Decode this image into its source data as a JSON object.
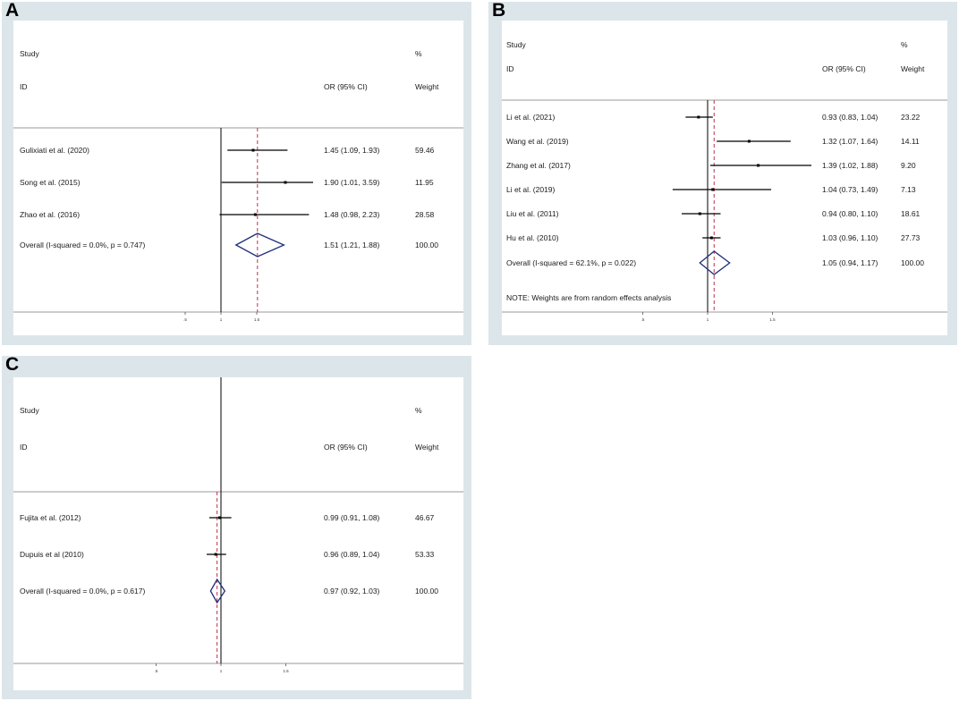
{
  "chart_data": [
    {
      "panel": "A",
      "type": "forest",
      "headers": {
        "study": "Study",
        "id": "ID",
        "or": "OR (95% CI)",
        "pct": "%",
        "weight": "Weight"
      },
      "studies": [
        {
          "name": "Gulixiati et al. (2020)",
          "or": 1.45,
          "lo": 1.09,
          "hi": 1.93,
          "ci": "1.45 (1.09, 1.93)",
          "weight": "59.46"
        },
        {
          "name": "Song et al.  (2015)",
          "or": 1.9,
          "lo": 1.01,
          "hi": 3.59,
          "ci": "1.90 (1.01, 3.59)",
          "weight": "11.95"
        },
        {
          "name": "Zhao et al. (2016)",
          "or": 1.48,
          "lo": 0.98,
          "hi": 2.23,
          "ci": "1.48 (0.98, 2.23)",
          "weight": "28.58"
        }
      ],
      "overall": {
        "name": "Overall  (I-squared = 0.0%, p = 0.747)",
        "or": 1.51,
        "lo": 1.21,
        "hi": 1.88,
        "ci": "1.51 (1.21, 1.88)",
        "weight": "100.00"
      },
      "note": "",
      "ticks": [
        {
          "value": 0.5,
          "label": ".5"
        },
        {
          "value": 1,
          "label": "1"
        },
        {
          "value": 1.5,
          "label": "1.5"
        }
      ],
      "null_line": 1,
      "colors": {
        "diamond": "#1f2f7a",
        "overall_line": "#c0304a"
      }
    },
    {
      "panel": "B",
      "type": "forest",
      "headers": {
        "study": "Study",
        "id": "ID",
        "or": "OR (95% CI)",
        "pct": "%",
        "weight": "Weight"
      },
      "studies": [
        {
          "name": "Li et al. (2021)",
          "or": 0.93,
          "lo": 0.83,
          "hi": 1.04,
          "ci": "0.93 (0.83, 1.04)",
          "weight": "23.22"
        },
        {
          "name": "Wang et al. (2019)",
          "or": 1.32,
          "lo": 1.07,
          "hi": 1.64,
          "ci": "1.32 (1.07, 1.64)",
          "weight": "14.11"
        },
        {
          "name": "Zhang et al.  (2017)",
          "or": 1.39,
          "lo": 1.02,
          "hi": 1.88,
          "ci": "1.39 (1.02, 1.88)",
          "weight": "9.20"
        },
        {
          "name": "Li et al.  (2019)",
          "or": 1.04,
          "lo": 0.73,
          "hi": 1.49,
          "ci": "1.04 (0.73, 1.49)",
          "weight": "7.13"
        },
        {
          "name": "Liu et al.  (2011)",
          "or": 0.94,
          "lo": 0.8,
          "hi": 1.1,
          "ci": "0.94 (0.80, 1.10)",
          "weight": "18.61"
        },
        {
          "name": "Hu et al. (2010)",
          "or": 1.03,
          "lo": 0.96,
          "hi": 1.1,
          "ci": "1.03 (0.96, 1.10)",
          "weight": "27.73"
        }
      ],
      "overall": {
        "name": "Overall  (I-squared = 62.1%, p = 0.022)",
        "or": 1.05,
        "lo": 0.94,
        "hi": 1.17,
        "ci": "1.05 (0.94, 1.17)",
        "weight": "100.00"
      },
      "note": "NOTE: Weights are from random effects analysis",
      "ticks": [
        {
          "value": 0.5,
          "label": ".5"
        },
        {
          "value": 1,
          "label": "1"
        },
        {
          "value": 1.5,
          "label": "1.5"
        }
      ],
      "null_line": 1,
      "colors": {
        "diamond": "#1f2f7a",
        "overall_line": "#c0304a"
      }
    },
    {
      "panel": "C",
      "type": "forest",
      "headers": {
        "study": "Study",
        "id": "ID",
        "or": "OR (95% CI)",
        "pct": "%",
        "weight": "Weight"
      },
      "studies": [
        {
          "name": "Fujita et al.  (2012)",
          "or": 0.99,
          "lo": 0.91,
          "hi": 1.08,
          "ci": "0.99 (0.91, 1.08)",
          "weight": "46.67"
        },
        {
          "name": "Dupuis et al (2010)",
          "or": 0.96,
          "lo": 0.89,
          "hi": 1.04,
          "ci": "0.96 (0.89, 1.04)",
          "weight": "53.33"
        }
      ],
      "overall": {
        "name": "Overall  (I-squared = 0.0%, p = 0.617)",
        "or": 0.97,
        "lo": 0.92,
        "hi": 1.03,
        "ci": "0.97 (0.92, 1.03)",
        "weight": "100.00"
      },
      "note": "",
      "ticks": [
        {
          "value": 0.5,
          "label": ".5"
        },
        {
          "value": 1,
          "label": "1"
        },
        {
          "value": 1.5,
          "label": "1.5"
        }
      ],
      "null_line": 1,
      "colors": {
        "diamond": "#1f2f7a",
        "overall_line": "#c0304a"
      }
    }
  ]
}
